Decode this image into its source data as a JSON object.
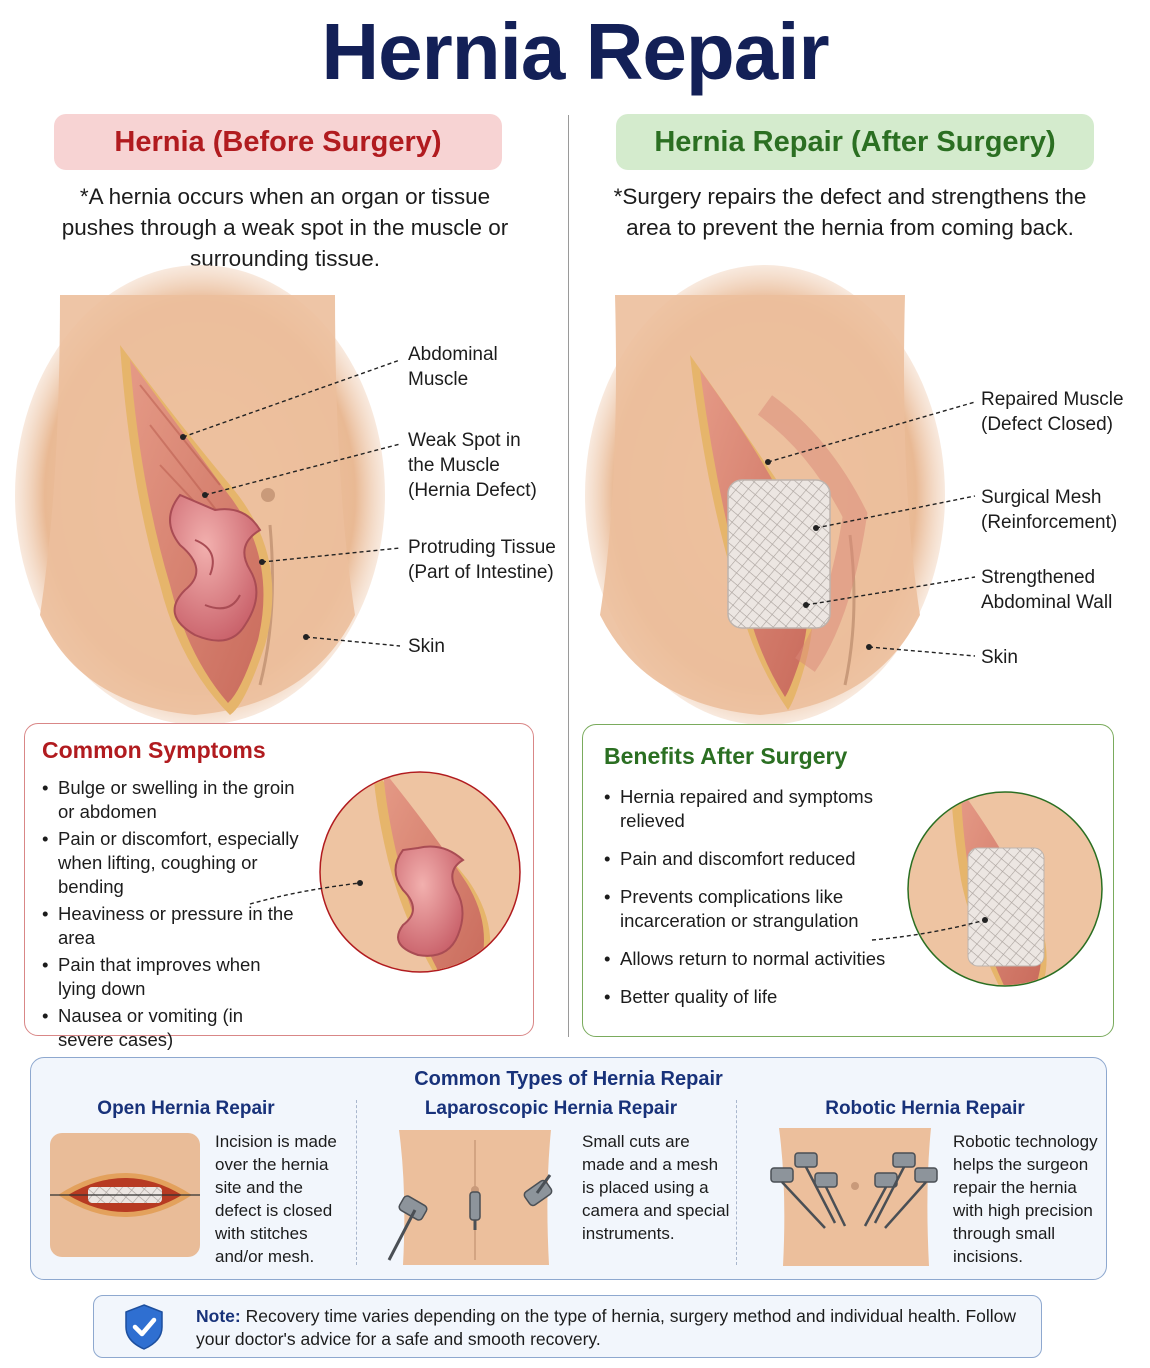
{
  "title": "Hernia Repair",
  "before": {
    "heading": "Hernia (Before Surgery)",
    "description": "*A hernia occurs when an organ or tissue pushes through a weak spot in the muscle or surrounding tissue.",
    "labels": {
      "abdominal_muscle": [
        "Abdominal",
        "Muscle"
      ],
      "weak_spot": [
        "Weak Spot in",
        "the Muscle",
        "(Hernia Defect)"
      ],
      "protruding": [
        "Protruding Tissue",
        "(Part of Intestine)"
      ],
      "skin": [
        "Skin"
      ]
    }
  },
  "after": {
    "heading": "Hernia Repair (After Surgery)",
    "description": "*Surgery repairs the defect and strengthens the area to prevent the hernia from coming back.",
    "labels": {
      "repaired_muscle": [
        "Repaired Muscle",
        "(Defect Closed)"
      ],
      "mesh": [
        "Surgical Mesh",
        "(Reinforcement)"
      ],
      "wall": [
        "Strengthened",
        "Abdominal Wall"
      ],
      "skin": [
        "Skin"
      ]
    }
  },
  "symptoms": {
    "title": "Common Symptoms",
    "items": [
      "Bulge or swelling in the groin or abdomen",
      "Pain or discomfort, especially when lifting, coughing or bending",
      "Heaviness or pressure in the area",
      "Pain that improves when lying down",
      "Nausea or vomiting (in severe cases)"
    ]
  },
  "benefits": {
    "title": "Benefits After Surgery",
    "items": [
      "Hernia repaired and symptoms relieved",
      "Pain and discomfort reduced",
      "Prevents complications like incarceration or strangulation",
      "Allows return to normal activities",
      "Better quality of life"
    ]
  },
  "types": {
    "title": "Common Types of Hernia Repair",
    "items": [
      {
        "name": "Open Hernia Repair",
        "description": "Incision is made over the hernia site and the defect is closed with stitches and/or mesh."
      },
      {
        "name": "Laparoscopic Hernia Repair",
        "description": "Small cuts are made and a mesh is placed using a camera and special instruments."
      },
      {
        "name": "Robotic Hernia Repair",
        "description": "Robotic technology helps the surgeon repair the hernia with high precision through small incisions."
      }
    ]
  },
  "note": {
    "label": "Note:",
    "text": " Recovery time varies depending on the type of hernia, surgery method and individual health. Follow your doctor's advice for a safe and smooth recovery."
  },
  "colors": {
    "title": "#132057",
    "before_accent": "#b11b1f",
    "before_bg": "#f7d3d3",
    "after_accent": "#2b6f22",
    "after_bg": "#d4ebcd",
    "types_accent": "#18327a",
    "skin": "#efc4a0",
    "muscle": "#d98473",
    "intestine": "#df8a8d"
  },
  "icons": {
    "note": "shield-check-icon"
  }
}
